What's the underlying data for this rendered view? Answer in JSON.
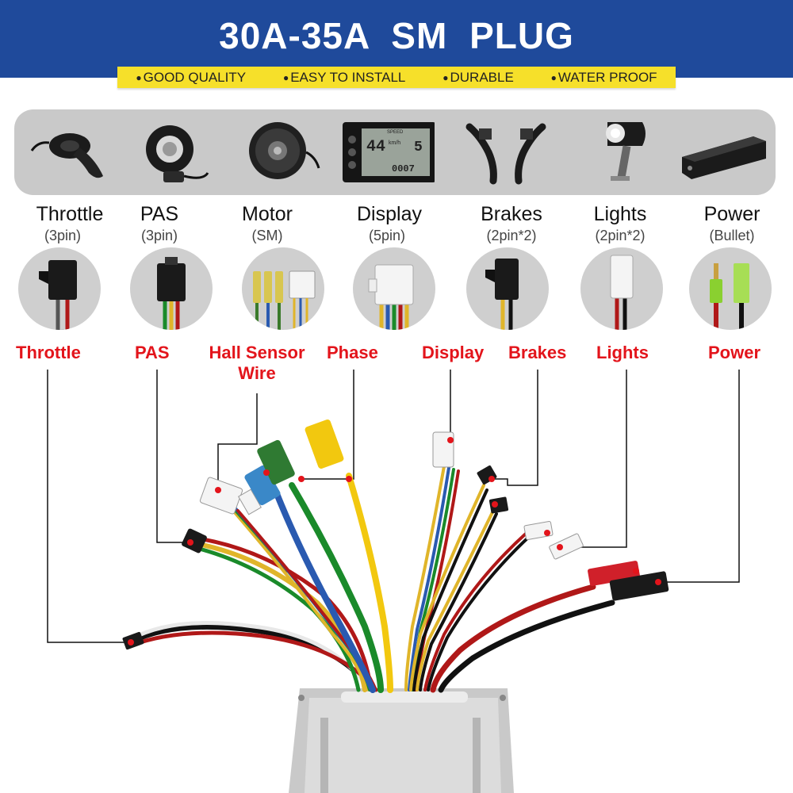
{
  "header": {
    "title": "30A-35A  SM  PLUG",
    "features": [
      "GOOD QUALITY",
      "EASY TO INSTALL",
      "DURABLE",
      "WATER PROOF"
    ],
    "bg_color": "#1f4a9b",
    "bar_color": "#f6e02a"
  },
  "products": [
    {
      "name": "Throttle",
      "spec": "(3pin)",
      "icon": "thumb-throttle"
    },
    {
      "name": "PAS",
      "spec": "(3pin)",
      "icon": "pas-sensor"
    },
    {
      "name": "Motor",
      "spec": "(SM)",
      "icon": "hub-motor"
    },
    {
      "name": "Display",
      "spec": "(5pin)",
      "icon": "lcd-display"
    },
    {
      "name": "Brakes",
      "spec": "(2pin*2)",
      "icon": "brake-levers"
    },
    {
      "name": "Lights",
      "spec": "(2pin*2)",
      "icon": "headlight"
    },
    {
      "name": "Power",
      "spec": "(Bullet)",
      "icon": "battery"
    }
  ],
  "display_screen": {
    "speed_label": "SPEED",
    "speed": "44",
    "unit": "km/h",
    "level": "5",
    "odo": "0007"
  },
  "connector_labels": {
    "throttle": "Throttle",
    "pas": "PAS",
    "hall_line1": "Hall Sensor",
    "hall_line2": "Wire",
    "phase": "Phase",
    "display": "Display",
    "brakes": "Brakes",
    "lights": "Lights",
    "power": "Power"
  },
  "colors": {
    "label_red": "#e3141b",
    "phase_yellow": "#f2c80f",
    "phase_green": "#2f7a32",
    "phase_blue": "#3a88c8"
  }
}
